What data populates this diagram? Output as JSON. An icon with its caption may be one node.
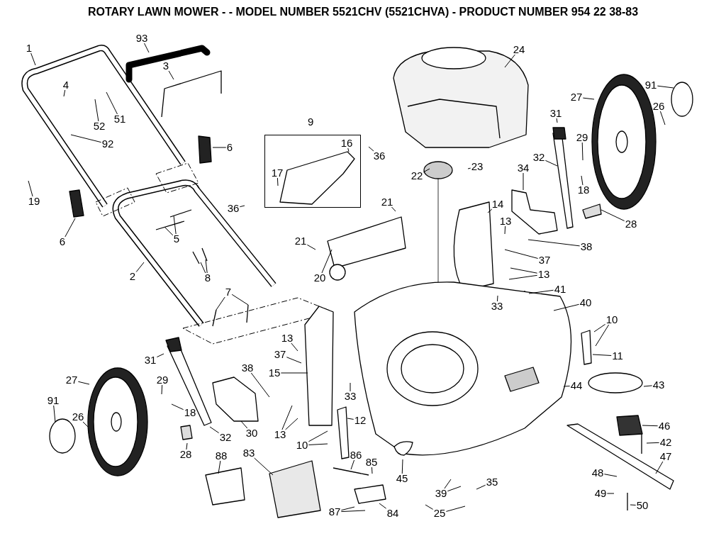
{
  "diagram": {
    "title": "ROTARY LAWN MOWER - - MODEL NUMBER 5521CHV (5521CHVA) - PRODUCT NUMBER 954 22 38-83",
    "nodes": [
      {
        "text": [
          "1"
        ]
      },
      {
        "text": [
          "93"
        ]
      },
      {
        "text": [
          "24"
        ]
      },
      {
        "text": [
          "3"
        ]
      },
      {
        "text": [
          "4"
        ]
      },
      {
        "text": [
          "91"
        ]
      },
      {
        "text": [
          "27"
        ]
      },
      {
        "text": [
          "26"
        ]
      },
      {
        "text": [
          "31"
        ]
      },
      {
        "text": [
          "51"
        ]
      },
      {
        "text": [
          "9"
        ]
      },
      {
        "text": [
          "16"
        ],
        "in": 10
      },
      {
        "text": [
          "17"
        ],
        "in": 10
      },
      {
        "text": [
          "52"
        ]
      },
      {
        "text": [
          "92"
        ]
      },
      {
        "text": [
          "6"
        ]
      },
      {
        "text": [
          "36"
        ]
      },
      {
        "text": [
          "29"
        ]
      },
      {
        "text": [
          "32"
        ]
      },
      {
        "text": [
          "23"
        ]
      },
      {
        "text": [
          "22"
        ]
      },
      {
        "text": [
          "18"
        ]
      },
      {
        "text": [
          "19"
        ]
      },
      {
        "text": [
          "21"
        ]
      },
      {
        "text": [
          "14"
        ]
      },
      {
        "text": [
          "34"
        ]
      },
      {
        "text": [
          "36"
        ]
      },
      {
        "text": [
          "13"
        ]
      },
      {
        "text": [
          "28"
        ]
      },
      {
        "text": [
          "6"
        ]
      },
      {
        "text": [
          "5"
        ]
      },
      {
        "text": [
          "21"
        ]
      },
      {
        "text": [
          "38"
        ]
      },
      {
        "text": [
          "37"
        ]
      },
      {
        "text": [
          "13"
        ]
      },
      {
        "text": [
          "2"
        ]
      },
      {
        "text": [
          "8"
        ]
      },
      {
        "text": [
          "20"
        ]
      },
      {
        "text": [
          "41"
        ]
      },
      {
        "text": [
          "7"
        ]
      },
      {
        "text": [
          "40"
        ]
      },
      {
        "text": [
          "33"
        ]
      },
      {
        "text": [
          "10"
        ]
      },
      {
        "text": [
          "13"
        ]
      },
      {
        "text": [
          "31"
        ]
      },
      {
        "text": [
          "37"
        ]
      },
      {
        "text": [
          "11"
        ]
      },
      {
        "text": [
          "15"
        ]
      },
      {
        "text": [
          "38"
        ]
      },
      {
        "text": [
          "27"
        ]
      },
      {
        "text": [
          "29"
        ]
      },
      {
        "text": [
          "33"
        ]
      },
      {
        "text": [
          "44"
        ]
      },
      {
        "text": [
          "43"
        ]
      },
      {
        "text": [
          "91"
        ]
      },
      {
        "text": [
          "18"
        ]
      },
      {
        "text": [
          "26"
        ]
      },
      {
        "text": [
          "12"
        ]
      },
      {
        "text": [
          "46"
        ]
      },
      {
        "text": [
          "28"
        ]
      },
      {
        "text": [
          "30"
        ]
      },
      {
        "text": [
          "13"
        ]
      },
      {
        "text": [
          "32"
        ]
      },
      {
        "text": [
          "42"
        ]
      },
      {
        "text": [
          "10"
        ]
      },
      {
        "text": [
          "47"
        ]
      },
      {
        "text": [
          "86"
        ]
      },
      {
        "text": [
          "88"
        ]
      },
      {
        "text": [
          "85"
        ]
      },
      {
        "text": [
          "83"
        ]
      },
      {
        "text": [
          "48"
        ]
      },
      {
        "text": [
          "45"
        ]
      },
      {
        "text": [
          "35"
        ]
      },
      {
        "text": [
          "49"
        ]
      },
      {
        "text": [
          "39"
        ]
      },
      {
        "text": [
          "50"
        ]
      },
      {
        "text": [
          "87"
        ]
      },
      {
        "text": [
          "84"
        ]
      },
      {
        "text": [
          "25"
        ]
      }
    ],
    "edges": [
      {
        "from": 0,
        "to": null,
        "arrow": "none"
      },
      {
        "from": 1,
        "to": null,
        "arrow": "none"
      },
      {
        "from": 2,
        "to": null,
        "arrow": "none"
      },
      {
        "from": 3,
        "to": null,
        "arrow": "none"
      },
      {
        "from": 4,
        "to": null,
        "arrow": "none"
      },
      {
        "from": 5,
        "to": null,
        "arrow": "none"
      },
      {
        "from": 6,
        "to": null,
        "arrow": "none"
      },
      {
        "from": 7,
        "to": null,
        "arrow": "none"
      },
      {
        "from": 8,
        "to": null,
        "arrow": "none"
      },
      {
        "from": 9,
        "to": null,
        "arrow": "none"
      },
      {
        "from": 11,
        "to": null,
        "arrow": "none"
      },
      {
        "from": 12,
        "to": null,
        "arrow": "none"
      },
      {
        "from": 13,
        "to": null,
        "arrow": "none"
      },
      {
        "from": 14,
        "to": null,
        "arrow": "none"
      },
      {
        "from": 15,
        "to": null,
        "arrow": "none"
      },
      {
        "from": 16,
        "to": null,
        "arrow": "none"
      },
      {
        "from": 17,
        "to": null,
        "arrow": "none"
      },
      {
        "from": 18,
        "to": null,
        "arrow": "none"
      },
      {
        "from": 19,
        "to": null,
        "arrow": "none"
      },
      {
        "from": 20,
        "to": null,
        "arrow": "none"
      },
      {
        "from": 21,
        "to": null,
        "arrow": "none"
      },
      {
        "from": 22,
        "to": null,
        "arrow": "none"
      },
      {
        "from": 23,
        "to": null,
        "arrow": "none"
      },
      {
        "from": 24,
        "to": null,
        "arrow": "none"
      },
      {
        "from": 25,
        "to": null,
        "arrow": "none"
      },
      {
        "from": 26,
        "to": null,
        "arrow": "none"
      },
      {
        "from": 27,
        "to": null,
        "arrow": "none"
      },
      {
        "from": 28,
        "to": null,
        "arrow": "none"
      },
      {
        "from": 29,
        "to": null,
        "arrow": "none"
      },
      {
        "from": 30,
        "to": null,
        "arrow": "none"
      },
      {
        "from": 30,
        "to": null,
        "arrow": "none"
      },
      {
        "from": 31,
        "to": null,
        "arrow": "none"
      },
      {
        "from": 32,
        "to": null,
        "arrow": "none"
      },
      {
        "from": 33,
        "to": null,
        "arrow": "none"
      },
      {
        "from": 34,
        "to": null,
        "arrow": "none"
      },
      {
        "from": 34,
        "to": null,
        "arrow": "none"
      },
      {
        "from": 35,
        "to": null,
        "arrow": "none"
      },
      {
        "from": 36,
        "to": null,
        "arrow": "none"
      },
      {
        "from": 36,
        "to": null,
        "arrow": "none"
      },
      {
        "from": 37,
        "to": null,
        "arrow": "none"
      },
      {
        "from": 38,
        "to": null,
        "arrow": "none"
      },
      {
        "from": 39,
        "to": null,
        "arrow": "none"
      },
      {
        "from": 39,
        "to": null,
        "arrow": "none"
      },
      {
        "from": 40,
        "to": null,
        "arrow": "none"
      },
      {
        "from": 41,
        "to": null,
        "arrow": "none"
      },
      {
        "from": 42,
        "to": null,
        "arrow": "none"
      },
      {
        "from": 42,
        "to": null,
        "arrow": "none"
      },
      {
        "from": 43,
        "to": null,
        "arrow": "none"
      },
      {
        "from": 44,
        "to": null,
        "arrow": "none"
      },
      {
        "from": 45,
        "to": null,
        "arrow": "none"
      },
      {
        "from": 46,
        "to": null,
        "arrow": "none"
      },
      {
        "from": 47,
        "to": null,
        "arrow": "none"
      },
      {
        "from": 48,
        "to": null,
        "arrow": "none"
      },
      {
        "from": 49,
        "to": null,
        "arrow": "none"
      },
      {
        "from": 50,
        "to": null,
        "arrow": "none"
      },
      {
        "from": 51,
        "to": null,
        "arrow": "none"
      },
      {
        "from": 52,
        "to": null,
        "arrow": "none"
      },
      {
        "from": 53,
        "to": null,
        "arrow": "none"
      },
      {
        "from": 54,
        "to": null,
        "arrow": "none"
      },
      {
        "from": 55,
        "to": null,
        "arrow": "none"
      },
      {
        "from": 56,
        "to": null,
        "arrow": "none"
      },
      {
        "from": 57,
        "to": null,
        "arrow": "none"
      },
      {
        "from": 58,
        "to": null,
        "arrow": "none"
      },
      {
        "from": 59,
        "to": null,
        "arrow": "none"
      },
      {
        "from": 60,
        "to": null,
        "arrow": "none"
      },
      {
        "from": 61,
        "to": null,
        "arrow": "none"
      },
      {
        "from": 61,
        "to": null,
        "arrow": "none"
      },
      {
        "from": 62,
        "to": null,
        "arrow": "none"
      },
      {
        "from": 63,
        "to": null,
        "arrow": "none"
      },
      {
        "from": 64,
        "to": null,
        "arrow": "none"
      },
      {
        "from": 64,
        "to": null,
        "arrow": "none"
      },
      {
        "from": 65,
        "to": null,
        "arrow": "none"
      },
      {
        "from": 66,
        "to": null,
        "arrow": "none"
      },
      {
        "from": 67,
        "to": null,
        "arrow": "none"
      },
      {
        "from": 68,
        "to": null,
        "arrow": "none"
      },
      {
        "from": 69,
        "to": null,
        "arrow": "none"
      },
      {
        "from": 70,
        "to": null,
        "arrow": "none"
      },
      {
        "from": 71,
        "to": null,
        "arrow": "none"
      },
      {
        "from": 72,
        "to": null,
        "arrow": "none"
      },
      {
        "from": 73,
        "to": null,
        "arrow": "none"
      },
      {
        "from": 74,
        "to": null,
        "arrow": "none"
      },
      {
        "from": 74,
        "to": null,
        "arrow": "none"
      },
      {
        "from": 75,
        "to": null,
        "arrow": "none"
      },
      {
        "from": 76,
        "to": null,
        "arrow": "none"
      },
      {
        "from": 76,
        "to": null,
        "arrow": "none"
      },
      {
        "from": 77,
        "to": null,
        "arrow": "none"
      },
      {
        "from": 78,
        "to": null,
        "arrow": "none"
      },
      {
        "from": 78,
        "to": null,
        "arrow": "none"
      }
    ]
  }
}
